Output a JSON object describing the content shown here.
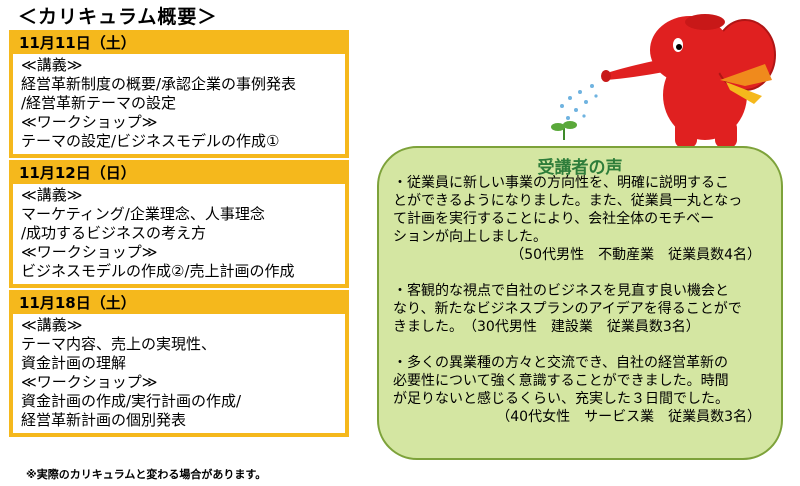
{
  "title": "＜カリキュラム概要＞",
  "days": [
    {
      "date": "11月11日（土）",
      "lines": [
        "≪講義≫",
        "経営革新制度の概要/承認企業の事例発表",
        "/経営革新テーマの設定",
        "≪ワークショップ≫",
        "テーマの設定/ビジネスモデルの作成①"
      ]
    },
    {
      "date": "11月12日（日）",
      "lines": [
        "≪講義≫",
        "マーケティング/企業理念、人事理念",
        "/成功するビジネスの考え方",
        "≪ワークショップ≫",
        "ビジネスモデルの作成②/売上計画の作成"
      ]
    },
    {
      "date": "11月18日（土）",
      "lines": [
        "≪講義≫",
        "テーマ内容、売上の実現性、",
        "資金計画の理解",
        "≪ワークショップ≫",
        "資金計画の作成/実行計画の作成/",
        "経営革新計画の個別発表"
      ]
    }
  ],
  "note": "※実際のカリキュラムと変わる場合があります。",
  "voice": {
    "title": "受講者の声",
    "items": [
      {
        "lines": [
          "・従業員に新しい事業の方向性を、明確に説明するこ",
          "とができるようになりました。また、従業員一丸となっ",
          "て計画を実行することにより、会社全体のモチベー",
          "ションが向上しました。"
        ],
        "attr": "（50代男性　不動産業　従業員数4名）"
      },
      {
        "lines": [
          "・客観的な視点で自社のビジネスを見直す良い機会と",
          "なり、新たなビジネスプランのアイデアを得ることがで",
          "きました。　（30代男性　建設業　従業員数3名）"
        ],
        "attr": ""
      },
      {
        "lines": [
          "・多くの異業種の方々と交流でき、自社の経営革新の",
          "必要性について強く意識することができました。時間",
          "が足りないと感じるくらい、充実した３日間でした。"
        ],
        "attr": "（40代女性　サービス業　従業員数3名）"
      }
    ]
  },
  "colors": {
    "date_bar": "#f5b81c",
    "voice_bg": "#d4e6a2",
    "voice_border": "#7da23a",
    "voice_title": "#2e7d3a",
    "mascot": "#e02020"
  },
  "icons": {
    "mascot": "red-elephant-mascot-icon",
    "sprout": "sprout-icon"
  }
}
